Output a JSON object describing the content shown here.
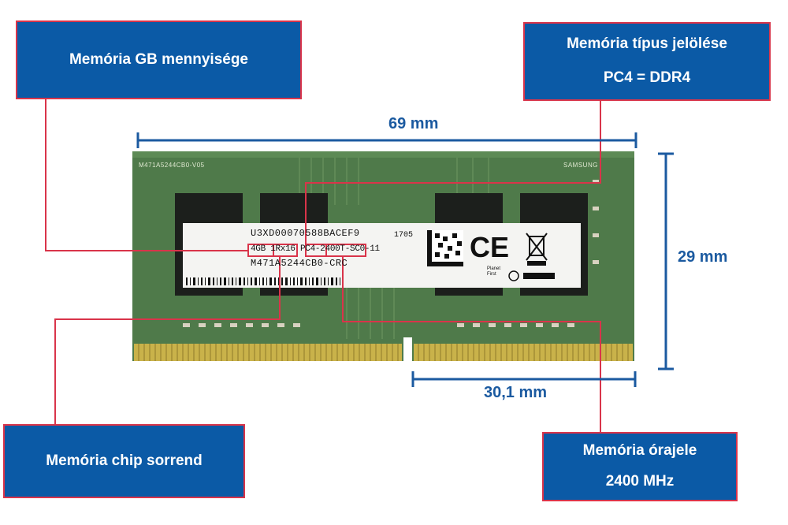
{
  "callouts": {
    "gb_amount": "Memória GB mennyisége",
    "type_marking": "Memória típus jelölése",
    "type_value": "PC4 = DDR4",
    "chip_order": "Memória chip sorrend",
    "clock": "Memória órajele",
    "clock_value": "2400 MHz"
  },
  "dimensions": {
    "width": "69 mm",
    "height": "29 mm",
    "notch_offset": "30,1 mm"
  },
  "module": {
    "pcb_text_left": "M471A5244CB0-V05",
    "pcb_text_right": "SAMSUNG",
    "label_line1": "U3XD00070588BACEF9",
    "label_date": "1705",
    "label_line2": "4GB 1Rx16 PC4-2400T-SC0-11",
    "label_line3": "M471A5244CB0-CRC",
    "ce_mark": "CE",
    "planet_first": "Planet First"
  },
  "colors": {
    "callout_fill": "#0b5aa6",
    "callout_border": "#d9344a",
    "pcb": "#4f7a4a",
    "contacts": "#c9b24a",
    "dimension": "#1b5aa0"
  }
}
